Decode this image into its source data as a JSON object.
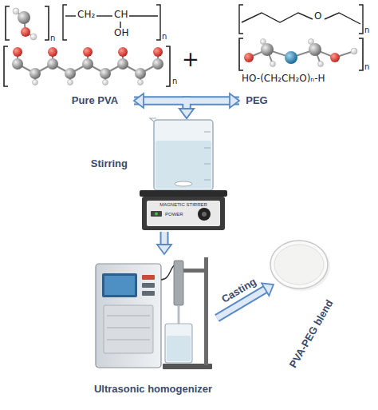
{
  "diagram": {
    "nodes": [
      {
        "text": [
          "Pure PVA"
        ]
      },
      {
        "text": [
          "PEG"
        ]
      },
      {
        "text": [
          "Stirring"
        ]
      },
      {
        "text": [
          "Ultrasonic homogenizer"
        ]
      },
      {
        "text": [
          "PVA-PEG blend"
        ]
      }
    ],
    "edges": [
      {
        "from": 0,
        "to": 1,
        "arrow": "both"
      },
      {
        "from": 0,
        "to": 2,
        "arrow": "to"
      },
      {
        "from": 1,
        "to": 2,
        "arrow": "to"
      },
      {
        "from": 2,
        "to": 3,
        "arrow": "to"
      },
      {
        "from": 3,
        "to": 4,
        "label": "Casting",
        "arrow": "to"
      }
    ],
    "labels": [
      "n",
      "CH₂",
      "CH",
      "OH",
      "n",
      "n",
      "+",
      "O",
      "n",
      "n",
      "HO-(CH₂CH₂O)ₙ-H",
      "MAGNETIC STIRRER",
      "POWER"
    ]
  }
}
